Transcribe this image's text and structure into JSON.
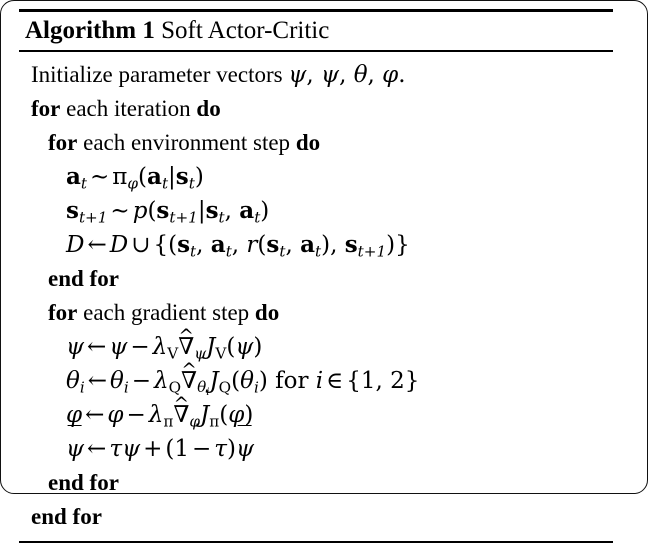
{
  "figure": {
    "kind": "algorithm-pseudocode-block",
    "background_color": "#ffffff",
    "text_color": "#000000"
  },
  "algorithm": {
    "header": {
      "keyword": "Algorithm 1",
      "name": "Soft Actor-Critic"
    },
    "lines": [
      {
        "id": "init",
        "indent": 0,
        "text": "Initialize parameter vectors ψ, ψ̄, θ, φ.",
        "plain_prefix": "Initialize parameter vectors"
      },
      {
        "id": "for-iteration",
        "indent": 0,
        "text": "for each iteration do",
        "keyword_start": "for",
        "middle": "each iteration",
        "keyword_end": "do"
      },
      {
        "id": "for-env-step",
        "indent": 1,
        "text": "for each environment step do",
        "keyword_start": "for",
        "middle": "each environment step",
        "keyword_end": "do"
      },
      {
        "id": "sample-action",
        "indent": 2,
        "text": "a_t ~ π_φ(a_t|s_t)"
      },
      {
        "id": "sample-next-state",
        "indent": 2,
        "text": "s_{t+1} ~ p(s_{t+1}|s_t, a_t)"
      },
      {
        "id": "append-replay-buffer",
        "indent": 2,
        "text": "D ← D ∪ {(s_t, a_t, r(s_t, a_t), s_{t+1})}"
      },
      {
        "id": "end-for-env-step",
        "indent": 1,
        "text": "end for"
      },
      {
        "id": "for-gradient-step",
        "indent": 1,
        "text": "for each gradient step do",
        "keyword_start": "for",
        "middle": "each gradient step",
        "keyword_end": "do"
      },
      {
        "id": "update-psi",
        "indent": 2,
        "text": "ψ ← ψ − λ_V ∇̂_ψ J_V(ψ)"
      },
      {
        "id": "update-theta",
        "indent": 2,
        "text": "θ_i ← θ_i − λ_Q ∇̂_{θ_i} J_Q(θ_i) for i ∈ {1,2}",
        "trailing_text": "for i ∈ {1, 2}"
      },
      {
        "id": "update-phi",
        "indent": 2,
        "text": "φ ← φ − λ_π ∇̂_φ J_π(φ)"
      },
      {
        "id": "update-psi-bar",
        "indent": 2,
        "text": "ψ̄ ← τψ + (1 − τ)ψ̄"
      },
      {
        "id": "end-for-gradient-step",
        "indent": 1,
        "text": "end for"
      },
      {
        "id": "end-for-iteration",
        "indent": 0,
        "text": "end for"
      }
    ],
    "tokens": {
      "init_label": "Initialize parameter vectors",
      "psi": "ψ",
      "theta": "θ",
      "phi": "φ",
      "tau": "τ",
      "pi": "π",
      "lambda": "λ",
      "nabla": "∇",
      "hat": "^",
      "comma": ",",
      "period": ".",
      "sim": "∼",
      "gets": "←",
      "cup": "∪",
      "in": "∈",
      "minus": "−",
      "plus": "+",
      "mid": "|",
      "lbrace": "{",
      "rbrace": "}",
      "lparen": "(",
      "rparen": ")",
      "a": "a",
      "s": "s",
      "p": "p",
      "r": "r",
      "D": "D",
      "J": "J",
      "V": "V",
      "Q": "Q",
      "i": "i",
      "t": "t",
      "t1": "t+1",
      "one": "1",
      "two": "2",
      "kw_for": "for",
      "kw_do": "do",
      "kw_end": "end",
      "word_each": "each",
      "word_iteration": "iteration",
      "word_environment_step": "environment step",
      "word_gradient_step": "gradient step",
      "word_for_lower": "for"
    }
  }
}
